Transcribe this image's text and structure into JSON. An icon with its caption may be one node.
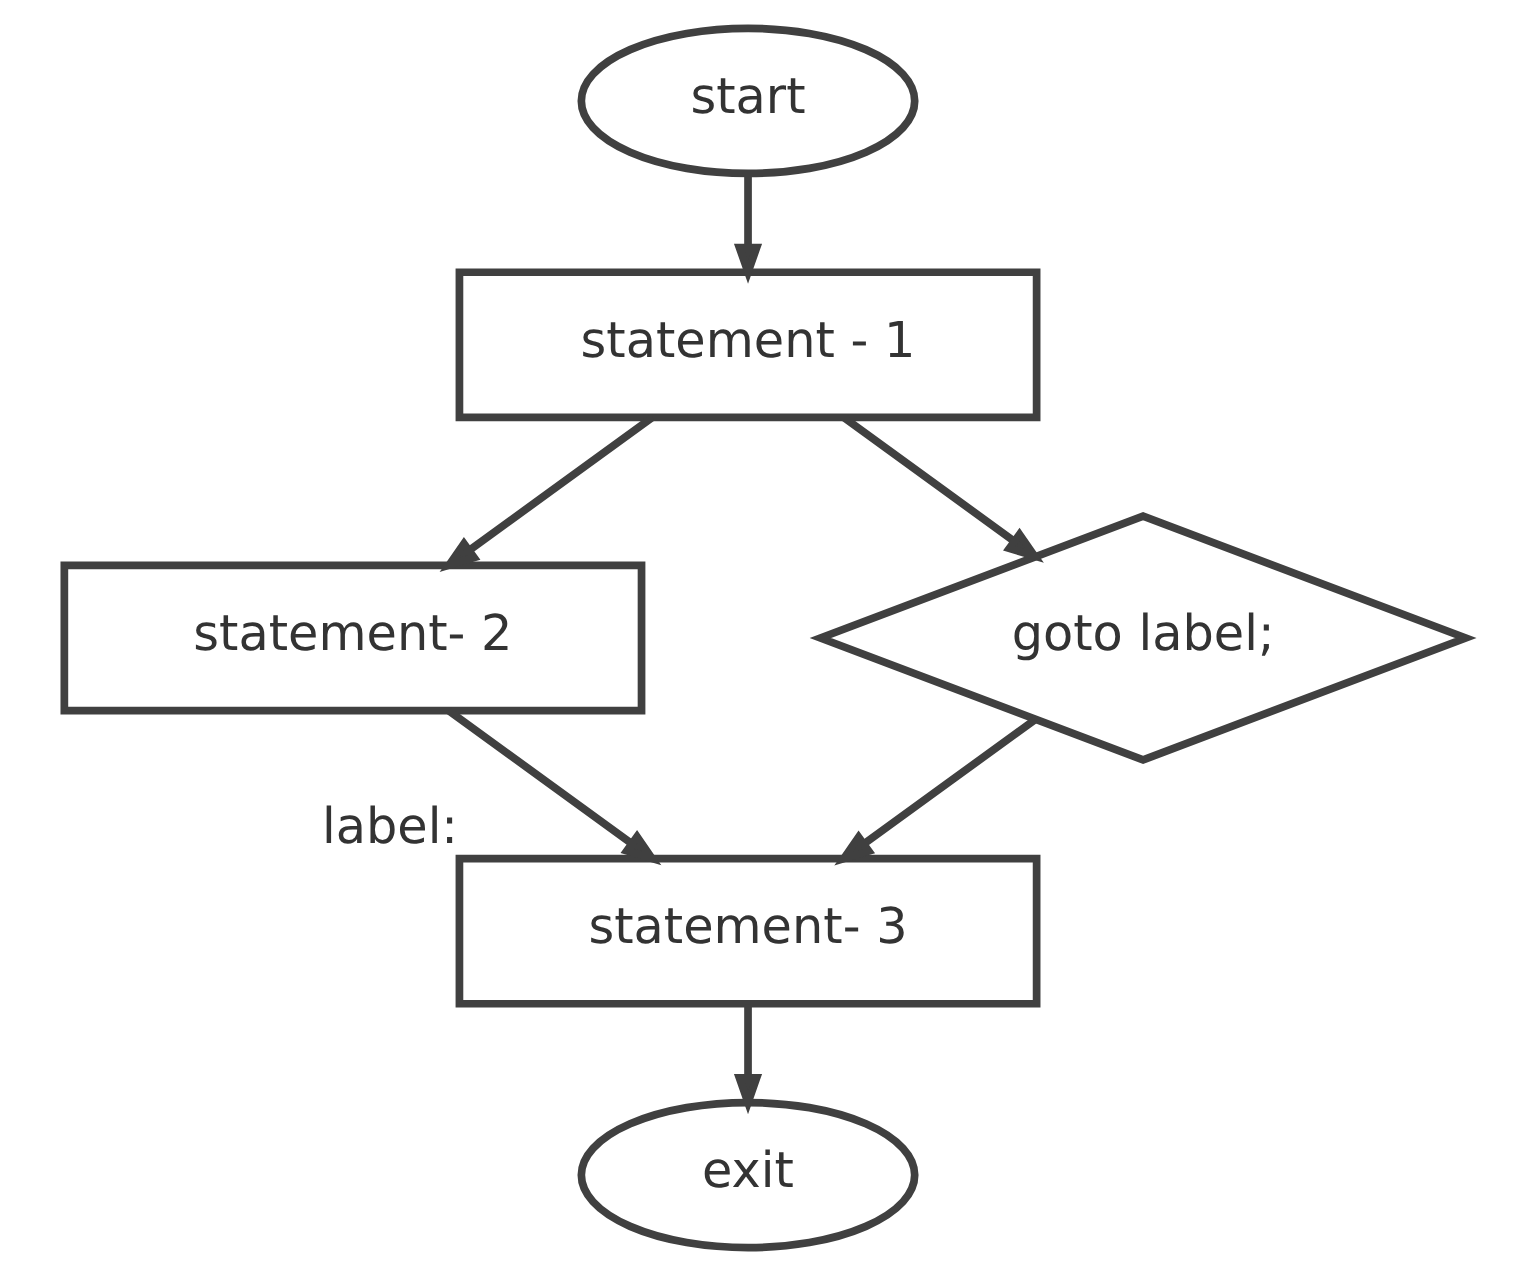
{
  "diagram": {
    "nodes": [
      {
        "text": [
          "start"
        ]
      },
      {
        "text": [
          "statement - 1"
        ]
      },
      {
        "text": [
          "statement- 2"
        ]
      },
      {
        "text": [
          "goto label;"
        ]
      },
      {
        "text": [
          "statement- 3"
        ],
        "beside": [
          "label:"
        ]
      },
      {
        "text": [
          "exit"
        ]
      }
    ],
    "edges": [
      {
        "from": 0,
        "to": 1,
        "arrow": "to"
      },
      {
        "from": 1,
        "to": 2,
        "arrow": "to"
      },
      {
        "from": 1,
        "to": 3,
        "arrow": "to"
      },
      {
        "from": 2,
        "to": 4,
        "arrow": "to"
      },
      {
        "from": 3,
        "to": 4,
        "arrow": "to"
      },
      {
        "from": 4,
        "to": 5,
        "arrow": "to"
      }
    ]
  }
}
